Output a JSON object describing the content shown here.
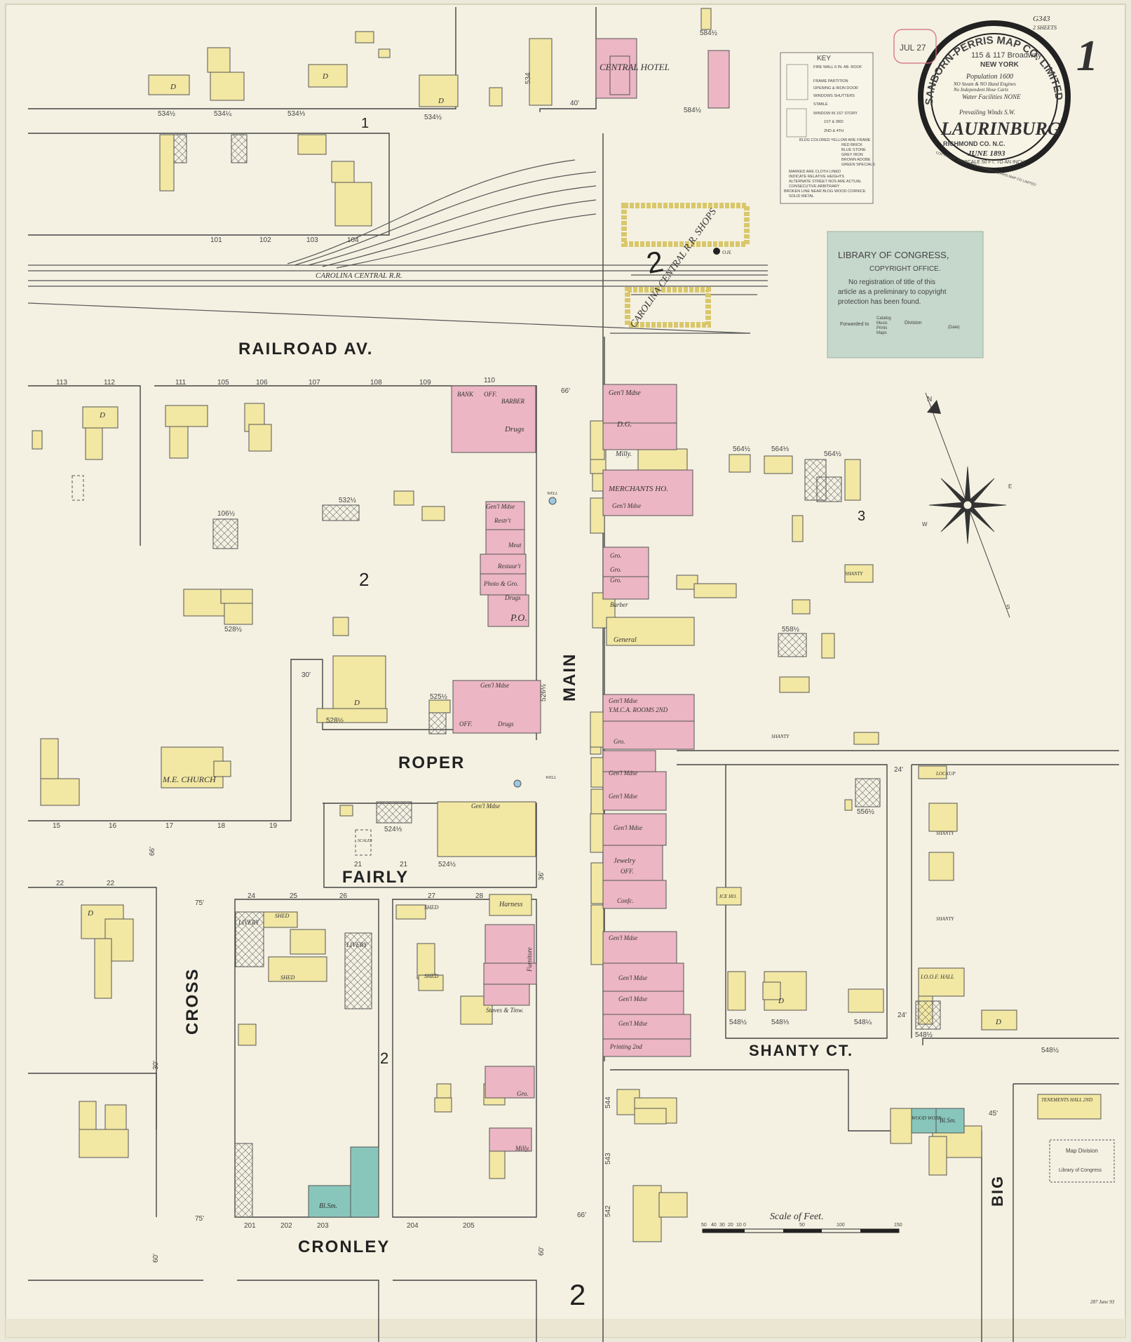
{
  "sheet": {
    "number": "1",
    "catalog_mark": "G343",
    "sheets_note": "2 SHEETS",
    "corner_note": "287 June 93"
  },
  "title_seal": {
    "company": "SANBORN-PERRIS MAP CO. LIMITED",
    "address": "115 & 117 Broadway",
    "city": "NEW YORK",
    "town": "LAURINBURG",
    "county_state": "RICHMOND CO. N.C.",
    "date": "JUNE 1893",
    "scale_note": "SCALE 50 FT. TO AN INCH",
    "population": "Population 1600",
    "engines": "NO Steam & NO Hand Engines",
    "hose": "No Independent Hose Carts",
    "water": "Water Facilities NONE",
    "winds": "Prevailing Winds S.W.",
    "copyright": "COPYRIGHT 1893 BY THE SANBORN-PERRIS MAP CO LIMITED",
    "stamp": "JUL 27"
  },
  "key": {
    "title": "KEY",
    "rows": [
      "FIRE WALL 6 IN. AB. ROOF",
      "FRAME PARTITION",
      "OPENING & IRON DOOR",
      "WINDOWS SHUTTERS",
      "STABLE",
      "WINDOW IN 1ST STORY",
      "1ST & 3RD",
      "2ND & 4TH",
      "BLDG COLORED YELLOW ARE FRAME",
      "RED BRICK",
      "BLUE STONE",
      "GREY IRON",
      "BROWN ADOBE",
      "GREEN SPECIALS",
      "MARKED ARE CLOTH LINED",
      "INDICATE RELATIVE HEIGHTS",
      "ALTERNATE STREET NOS ARE ACTUAL",
      "CONSECUTIVE ARBITRARY",
      "BROKEN LINE NEAR BLDG WOOD CORNICE",
      "SOLID METAL"
    ]
  },
  "loc_label": {
    "line1": "LIBRARY OF CONGRESS,",
    "line2": "COPYRIGHT OFFICE.",
    "body1": "No registration of title of this",
    "body2": "article as a preliminary to copyright",
    "body3": "protection has been found.",
    "forwarded": "Forwarded to",
    "division": "Division",
    "date": "(Date)",
    "catalog": "Catalog",
    "music": "Music",
    "prints": "Prints",
    "maps": "Maps"
  },
  "map_division_stamp": {
    "line1": "Map Division",
    "line2": "Library of Congress"
  },
  "streets": {
    "railroad_av": "RAILROAD AV.",
    "main": "MAIN",
    "roper": "ROPER",
    "fairly": "FAIRLY",
    "cross": "CROSS",
    "cronley": "CRONLEY",
    "shanty_ct": "SHANTY CT.",
    "big": "BIG",
    "railroad": "CAROLINA CENTRAL R.R.",
    "shops": "CAROLINA CENTRAL R.R. SHOPS"
  },
  "blocks": {
    "b1": "1",
    "b2a": "2",
    "b2b": "2",
    "b2c": "2",
    "b2d": "2",
    "b3": "3"
  },
  "buildings": {
    "central_hotel": "CENTRAL HOTEL",
    "bank": "BANK",
    "off": "OFF.",
    "barber": "BARBER",
    "drugs": "Drugs",
    "gen_mdse": "Gen'l Mdse",
    "dg": "D.G.",
    "milly": "Milly.",
    "merchants_ho": "MERCHANTS HO.",
    "restrt": "Restr't",
    "meat": "Meat",
    "restaurt": "Restaur't",
    "photo_gro": "Photo & Gro.",
    "po": "P.O.",
    "gro": "Gro.",
    "barber2": "Barber",
    "general": "General",
    "ymca": "Y.M.C.A. ROOMS 2ND",
    "me_church": "M.E. CHURCH",
    "jewelry": "Jewelry",
    "confc": "Confc.",
    "harness": "Harness",
    "furniture": "Furniture",
    "stoves_tinw": "Stoves & Tinw.",
    "printing": "Printing 2nd",
    "livery": "LIVERY",
    "shed": "SHED",
    "blsm": "Bl.Sm.",
    "wood_work": "WOOD WORK",
    "ice_ho": "ICE HO.",
    "ioof_hall": "I.O.O.F. HALL",
    "shanty": "SHANTY",
    "lockup": "LOCKUP",
    "tenements": "TENEMENTS HALL 2ND",
    "scales": "SCALES",
    "oh": "O.H.",
    "well": "WELL",
    "d": "D",
    "milly2": "Milly."
  },
  "numbers": {
    "n534_5": "534½",
    "n534_4": "534¼",
    "n534_3": "534⅓",
    "n534_2": "534½",
    "n534": "534",
    "n584_2": "584½",
    "n584_1": "584½",
    "n40": "40'",
    "n101": "101",
    "n102": "102",
    "n103": "103",
    "n104": "104",
    "n113": "113",
    "n112": "112",
    "n111": "111",
    "n105": "105",
    "n106": "106",
    "n107": "107",
    "n108": "108",
    "n109": "109",
    "n110": "110",
    "n66": "66'",
    "n532": "532½",
    "n106_2": "106½",
    "n528": "528½",
    "n525": "525½",
    "n526": "526½",
    "n30": "30'",
    "n15": "15",
    "n16": "16",
    "n17": "17",
    "n18": "18",
    "n19": "19",
    "n524_3": "524⅓",
    "n524_2": "524½",
    "n21a": "21",
    "n21b": "21",
    "n22a": "22",
    "n22b": "22",
    "n24": "24",
    "n25": "25",
    "n26": "26",
    "n27": "27",
    "n28": "28",
    "n75a": "75'",
    "n75b": "75'",
    "n36": "36'",
    "n30b": "30'",
    "n60": "60'",
    "n60b": "60'",
    "n201": "201",
    "n202": "202",
    "n203": "203",
    "n204": "204",
    "n205": "205",
    "n544": "544",
    "n543": "543",
    "n542": "542",
    "n548_5": "548½",
    "n548_3": "548⅓",
    "n548_4": "548¼",
    "n548_6": "548½",
    "n548_7": "548½",
    "n556_2": "556½",
    "n558": "558½",
    "n24b": "24'",
    "n24c": "24'",
    "n45": "45'",
    "n564_6": "564½",
    "n564_3": "564⅓",
    "n564_5": "564½"
  },
  "compass": {
    "n": "N",
    "s": "S",
    "e": "E",
    "w": "W"
  },
  "scale": {
    "title": "Scale of Feet.",
    "ticks": [
      "50",
      "40",
      "30",
      "20",
      "10",
      "0",
      "50",
      "100",
      "150"
    ]
  },
  "colors": {
    "paper": "#f4f1e2",
    "frame": "#f2e7a3",
    "brick": "#ecb6c4",
    "stone": "#88c6bb",
    "outline": "#555555"
  }
}
